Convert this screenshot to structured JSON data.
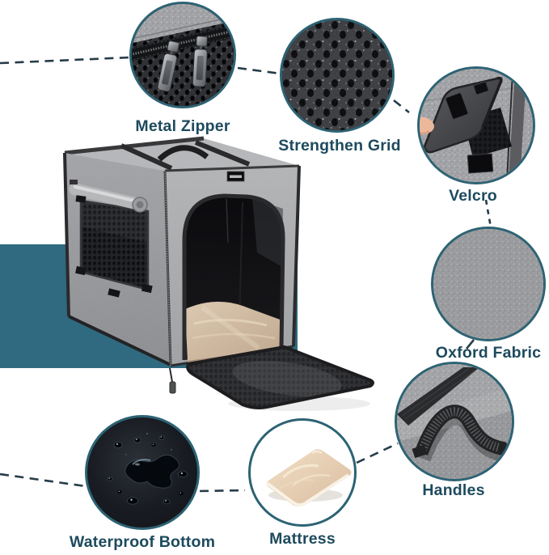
{
  "features": [
    {
      "name": "metal-zipper",
      "label": "Metal Zipper"
    },
    {
      "name": "strengthen-grid",
      "label": "Strengthen Grid"
    },
    {
      "name": "velcro",
      "label": "Velcro"
    },
    {
      "name": "oxford-fabric",
      "label": "Oxford Fabric"
    },
    {
      "name": "handles",
      "label": "Handles"
    },
    {
      "name": "mattress",
      "label": "Mattress"
    },
    {
      "name": "waterproof-bottom",
      "label": "Waterproof Bottom"
    }
  ],
  "colors": {
    "accent_panel": "#2f6a80",
    "circle_border": "#2d6374",
    "label_text": "#1d4a5e",
    "dash_line": "#263d49",
    "carrier_gray": "#a0a1a4",
    "mattress_beige": "#d9c4ac"
  }
}
